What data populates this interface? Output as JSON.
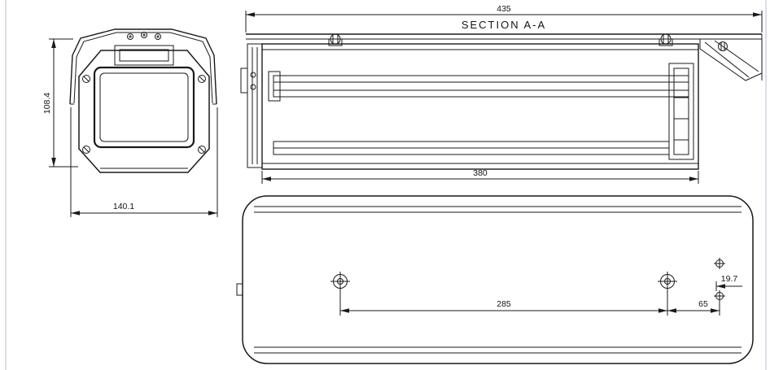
{
  "drawing": {
    "section_label": "SECTION A-A",
    "front_view": {
      "height_dim": "108.4",
      "width_dim": "140.1"
    },
    "section_view": {
      "overall_length_dim": "435",
      "inner_length_dim": "380"
    },
    "plan_view": {
      "hole_spacing_dim": "285",
      "hole_edge_dim": "65",
      "hole_offset_dim": "19.7"
    },
    "colors": {
      "line": "#1a1a1c",
      "background": "#ffffff",
      "sheet_edge": "#ccd6de"
    }
  }
}
